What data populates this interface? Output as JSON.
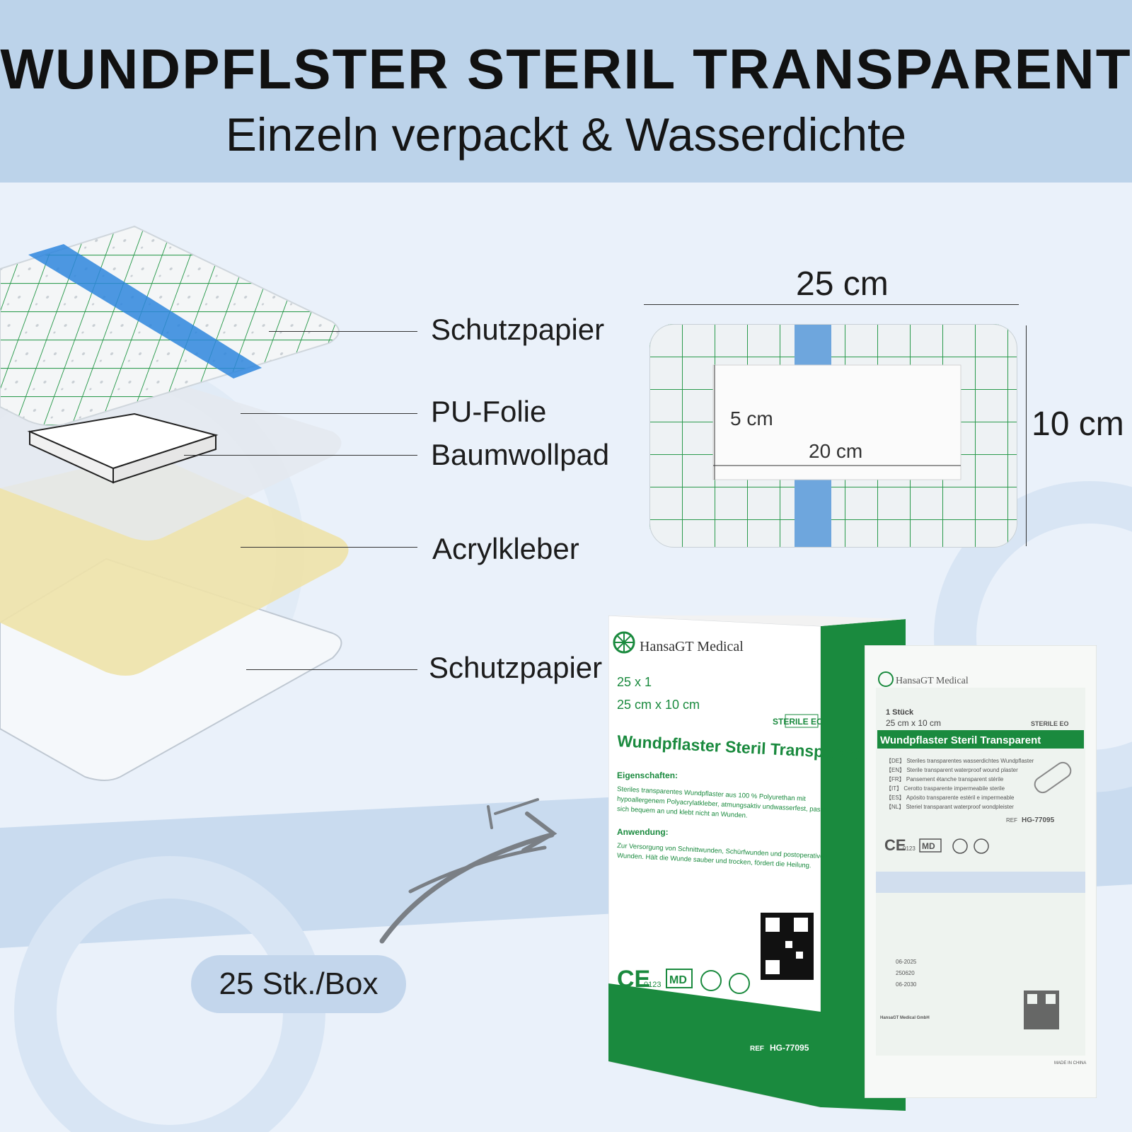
{
  "header": {
    "title": "WUNDPFLSTER STERIL TRANSPARENT",
    "subtitle": "Einzeln verpackt & Wasserdichte"
  },
  "layers": [
    {
      "label": "Schutzpapier"
    },
    {
      "label": "PU-Folie"
    },
    {
      "label": "Baumwollpad"
    },
    {
      "label": "Acrylkleber"
    },
    {
      "label": "Schutzpapier"
    }
  ],
  "dimensions": {
    "width": "25 cm",
    "height": "10 cm",
    "pad_height": "5 cm",
    "pad_width": "20 cm"
  },
  "quantity_badge": "25 Stk./Box",
  "box": {
    "brand": "HansaGT Medical",
    "count": "25 x 1",
    "size": "25 cm x 10 cm",
    "sterile": "STERILE EO",
    "product": "Wundpflaster Steril Transparent",
    "properties_heading": "Eigenschaften:",
    "properties_text_1": "Steriles transparentes Wundpflaster aus 100 % Polyurethan mit",
    "properties_text_2": "hypoallergenem Polyacrylatkleber, atmungsaktiv undwasserfest, passt",
    "properties_text_3": "sich bequem an und klebt nicht an Wunden.",
    "usage_heading": "Anwendung:",
    "usage_text_1": "Zur Versorgung von Schnittwunden, Schürfwunden und postoperativen",
    "usage_text_2": "Wunden. Hält die Wunde sauber und trocken, fördert die Heilung.",
    "ce_number": "0123",
    "md": "MD",
    "ref_label": "REF",
    "ref": "HG-77095"
  },
  "pouch": {
    "brand": "HansaGT Medical",
    "count": "1 Stück",
    "size": "25 cm x 10 cm",
    "sterile": "STERILE EO",
    "product": "Wundpflaster Steril Transparent",
    "lines": [
      "【DE】 Steriles transparentes wasserdichtes Wundpflaster",
      "【EN】 Sterile transparent waterproof wound plaster",
      "【FR】 Pansement étanche transparent stérile",
      "【IT】 Cerotto trasparente impermeabile sterile",
      "【ES】 Apósito transparente estéril e impermeable",
      "【NL】 Steriel transparant waterproof wondpleister"
    ],
    "ref_label": "REF",
    "ref": "HG-77095",
    "ce_number": "0123",
    "md": "MD",
    "date_mfg": "06-2025",
    "lot": "250620",
    "date_exp": "06-2030",
    "made_in": "MADE IN CHINA",
    "importer": "HansaGT Medical GmbH"
  },
  "colors": {
    "header_bg": "#bcd3ea",
    "page_bg": "#eaf1fa",
    "brand_green": "#1a8a3e",
    "stripe_blue": "#4f8fd6",
    "adhesive_yellow": "#eee2a9",
    "pill_bg": "#c3d6ec"
  }
}
